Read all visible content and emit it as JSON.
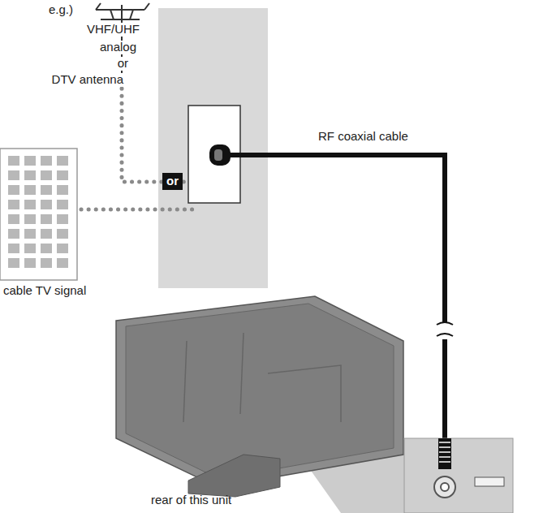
{
  "diagram": {
    "nodes": [
      {
        "text": [
          "or"
        ]
      }
    ],
    "labels": [
      "e.g.)",
      "VHF/UHF",
      "analog",
      "or",
      "DTV antenna",
      "cable TV signal",
      "RF coaxial cable",
      "rear of this unit"
    ]
  }
}
